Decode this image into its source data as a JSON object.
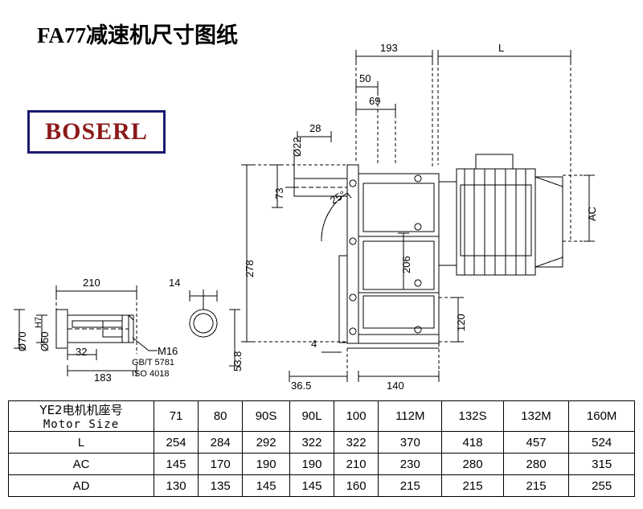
{
  "title": "FA77减速机尺寸图纸",
  "logo": {
    "text": "BOSERL",
    "border_color": "#1a1a6e",
    "text_color": "#8b1a1a"
  },
  "dimensions": {
    "d193": "193",
    "dL": "L",
    "d50": "50",
    "d69": "69",
    "d28": "28",
    "dia22": "Ø22",
    "d73": "73",
    "a25": "25°",
    "d278": "278",
    "d206": "206",
    "dAC": "AC",
    "d120": "120",
    "d4": "4",
    "d36_5": "36.5",
    "d140": "140",
    "d210": "210",
    "d14": "14",
    "d32": "32",
    "d183": "183",
    "dia70": "Ø70",
    "dia50H7": "Ø50",
    "h7": "H7",
    "d53_8": "53.8",
    "bolt": "M16",
    "std1": "GB/T 5781",
    "std2": "ISO 4018"
  },
  "table": {
    "row_labels": [
      "YE2电机机座号",
      "Motor Size",
      "L",
      "AC",
      "AD"
    ],
    "header": [
      "71",
      "80",
      "90S",
      "90L",
      "100",
      "112M",
      "132S",
      "132M",
      "160M"
    ],
    "rows": [
      {
        "label": "L",
        "values": [
          "254",
          "284",
          "292",
          "322",
          "322",
          "370",
          "418",
          "457",
          "524"
        ]
      },
      {
        "label": "AC",
        "values": [
          "145",
          "170",
          "190",
          "190",
          "210",
          "230",
          "280",
          "280",
          "315"
        ]
      },
      {
        "label": "AD",
        "values": [
          "130",
          "135",
          "145",
          "145",
          "160",
          "215",
          "215",
          "215",
          "255"
        ]
      }
    ]
  }
}
